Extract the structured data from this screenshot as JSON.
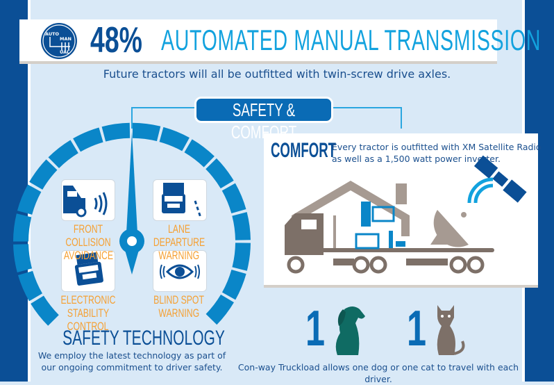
{
  "header": {
    "logo": {
      "line1": "AUTO",
      "line2": "MAN",
      "line3": "UAL"
    },
    "percent": "48%",
    "title": "AUTOMATED MANUAL TRANSMISSION",
    "subtitle": "Future tractors will all be outfitted with twin-screw drive axles."
  },
  "section_title": "SAFETY & COMFORT",
  "safety": {
    "items": [
      {
        "label1": "FRONT COLLISION",
        "label2": "AVOIDANCE",
        "icon": "truck-radar-icon"
      },
      {
        "label1": "LANE DEPARTURE",
        "label2": "WARNING",
        "icon": "truck-lane-icon"
      },
      {
        "label1": "ELECTRONIC STABILITY",
        "label2": "CONTROL",
        "icon": "truck-tilt-icon"
      },
      {
        "label1": "BLIND SPOT",
        "label2": "WARNING",
        "icon": "eye-icon"
      }
    ],
    "title": "SAFETY TECHNOLOGY",
    "text1": "We employ the latest technology as part of",
    "text2": "our ongoing commitment to driver safety."
  },
  "comfort": {
    "title": "COMFORT",
    "text1": "Every tractor is outfitted with XM Satellite Radio",
    "text2": "as well as a 1,500 watt power inverter."
  },
  "pets": {
    "dog_count": "1",
    "cat_count": "1",
    "caption": "Con-way Truckload allows one dog or one cat to travel with each driver."
  },
  "colors": {
    "dark_blue": "#0b4f96",
    "blue": "#0a6bb5",
    "light_blue": "#12a2de",
    "orange": "#f5a033",
    "gray": "#7d7068",
    "teal": "#0f6b63"
  }
}
